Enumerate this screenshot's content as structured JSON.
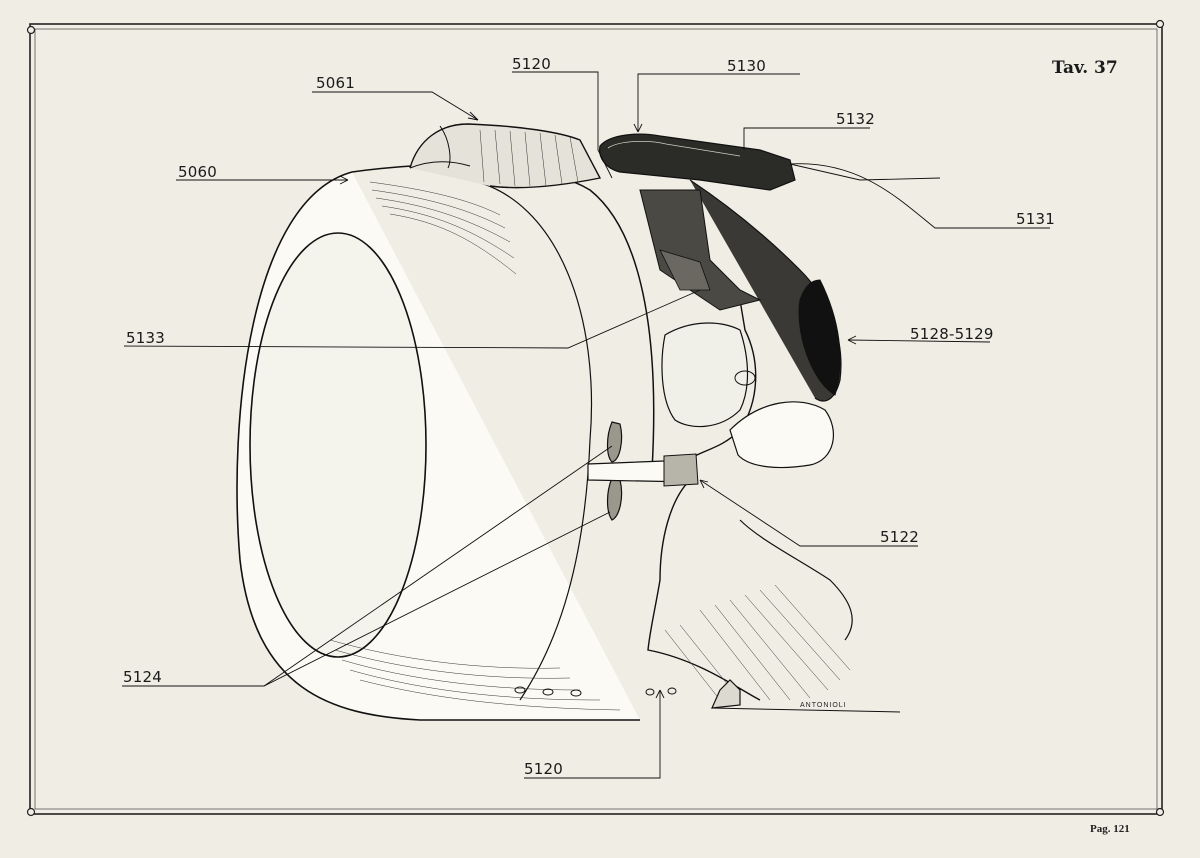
{
  "plate": {
    "title": "Tav. 37",
    "page_number": "Pag. 121",
    "signature": "ANTONIOLI"
  },
  "callouts": {
    "c5061": "5061",
    "c5060": "5060",
    "c5120_top": "5120",
    "c5130": "5130",
    "c5132": "5132",
    "c5131": "5131",
    "c5133": "5133",
    "c5128_5129": "5128-5129",
    "c5122": "5122",
    "c5124": "5124",
    "c5120_bottom": "5120"
  }
}
